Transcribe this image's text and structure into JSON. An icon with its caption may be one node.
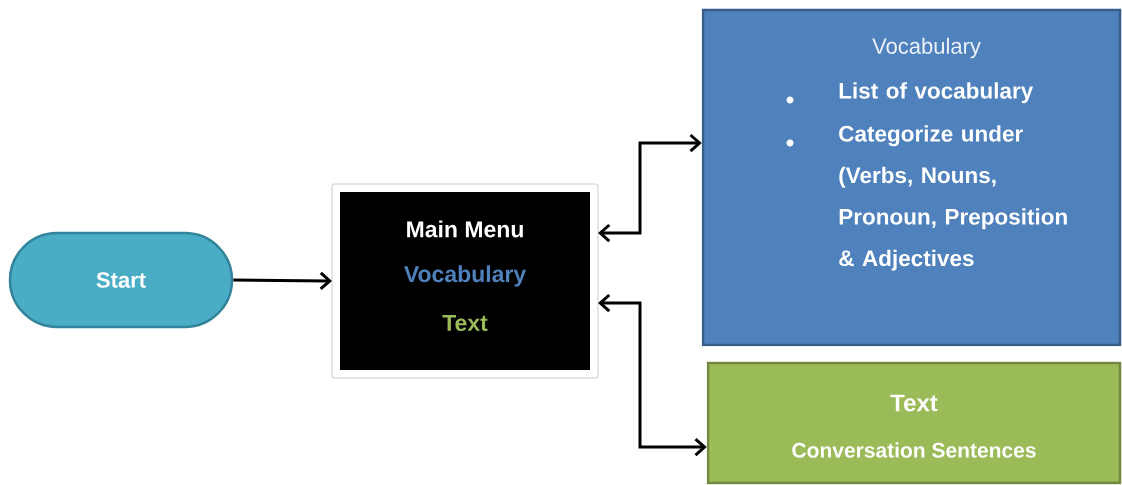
{
  "diagram": {
    "nodes": [
      {
        "text": [
          "Start"
        ]
      },
      {
        "text": [
          "Main Menu",
          "Vocabulary",
          "Text"
        ]
      },
      {
        "text": [
          "Vocabulary",
          "List of vocabulary",
          "Categorize under (Verbs, Nouns, Pronoun, Preposition & Adjectives"
        ]
      },
      {
        "text": [
          "Text",
          "Conversation Sentences"
        ]
      }
    ],
    "edges": [
      {
        "from": 0,
        "to": 1,
        "arrow": "to"
      },
      {
        "from": 1,
        "to": 2,
        "arrow": "both"
      },
      {
        "from": 1,
        "to": 3,
        "arrow": "both"
      }
    ]
  }
}
